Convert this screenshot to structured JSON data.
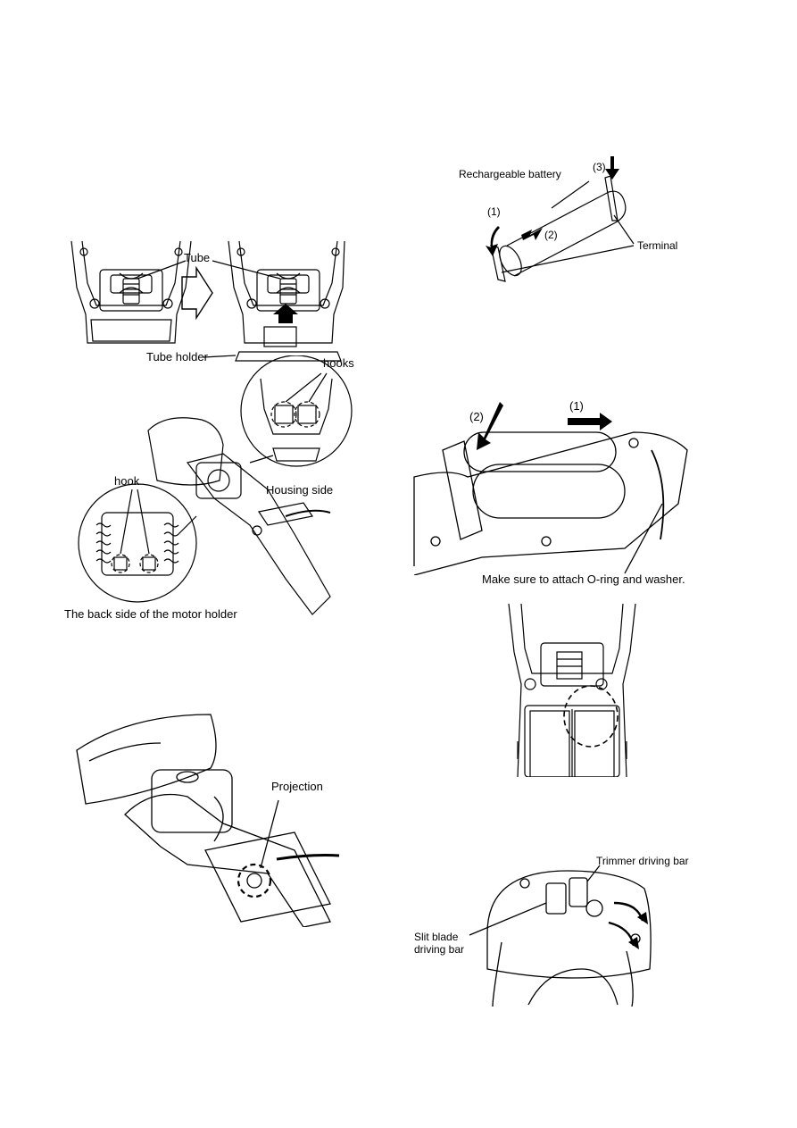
{
  "fig_tube": {
    "tube": "Tube",
    "tube_holder": "Tube holder"
  },
  "fig_hooks": {
    "hooks": "hooks",
    "hook": "hook",
    "housing_side": "Housing side",
    "motor_holder_back": "The back side of the motor holder"
  },
  "fig_projection": {
    "projection": "Projection"
  },
  "fig_battery": {
    "rechargeable_battery": "Rechargeable battery",
    "step1": "(1)",
    "step2": "(2)",
    "step3": "(3)",
    "terminal": "Terminal"
  },
  "fig_battery_insert": {
    "step1": "(1)",
    "step2": "(2)",
    "note": "Make sure to attach O-ring and washer."
  },
  "fig_driving_bars": {
    "trimmer_driving_bar": "Trimmer driving bar",
    "slit_blade_driving_bar": "Slit blade\ndriving bar"
  }
}
